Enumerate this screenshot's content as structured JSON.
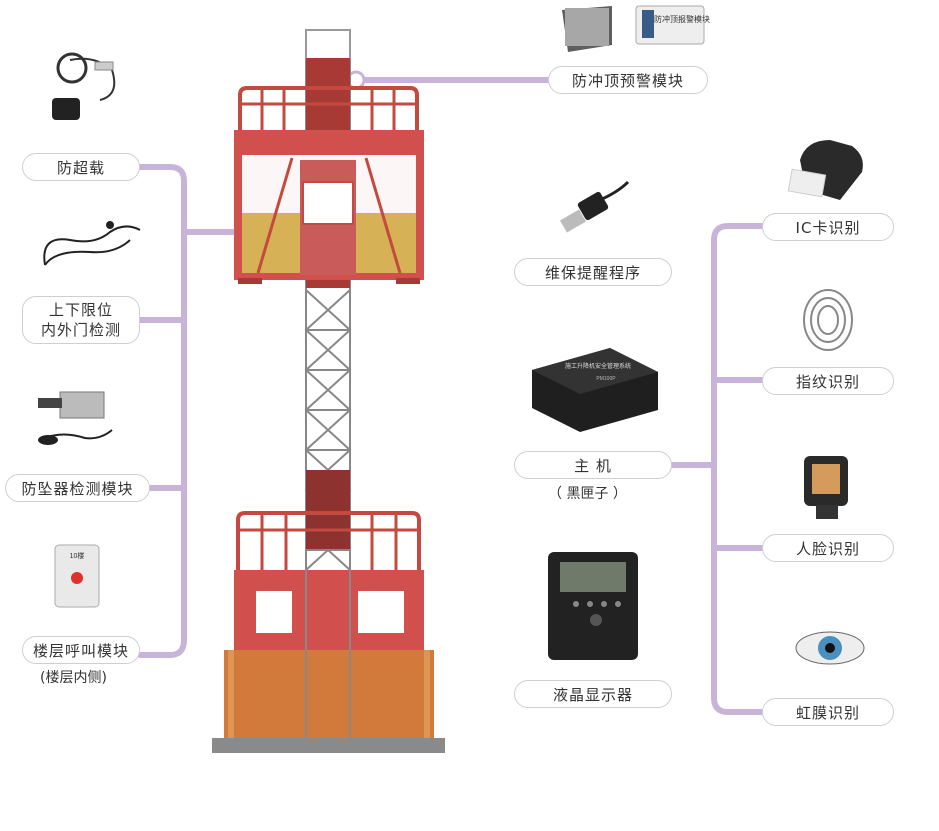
{
  "labels": {
    "anti_top": "防冲顶预警模块",
    "anti_top_device_text": "防冲顶报警模块",
    "overload": "防超载",
    "limit_line1": "上下限位",
    "limit_line2": "内外门检测",
    "fall": "防坠器检测模块",
    "floor_call": "楼层呼叫模块",
    "floor_call_sub": "(楼层内侧)",
    "floor_call_device_text": "10楼",
    "maintenance": "维保提醒程序",
    "host": "主  机",
    "host_sub": "（ 黑匣子 ）",
    "host_device_text": "施工升降机安全管理系统",
    "host_device_model": "PM100P",
    "lcd": "液晶显示器",
    "ic_card": "IC卡识别",
    "fingerprint": "指纹识别",
    "face": "人脸识别",
    "iris": "虹膜识别"
  },
  "colors": {
    "connector": "#c9b4d9",
    "cab_red": "#d1504d",
    "cab_yellow": "#d6b156",
    "cab_orange": "#d27a3c",
    "tower_dark": "#8e3230",
    "base_gray": "#8a8a8a"
  }
}
